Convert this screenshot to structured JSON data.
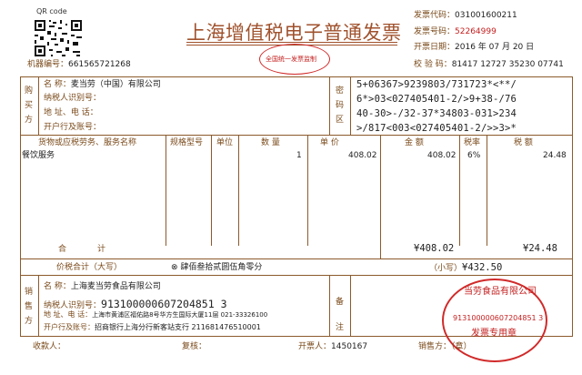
{
  "header": {
    "qr_label": "QR code",
    "title": "上海增值税电子普通发票",
    "center_stamp_text": "全国统一发票监制",
    "machine_no_label": "机器编号：",
    "machine_no": "661565721268",
    "invoice_code_label": "发票代码：",
    "invoice_code": "031001600211",
    "invoice_no_label": "发票号码：",
    "invoice_no": "52264999",
    "issue_date_label": "开票日期：",
    "issue_date": "2016 年 07 月 20 日",
    "check_code_label": "校 验 码：",
    "check_code": "81417 12727 35230 07741"
  },
  "buyer": {
    "section_label": "购买方",
    "name_label": "名      称：",
    "name": "麦当劳（中国）有限公司",
    "tax_id_label": "纳税人识别号：",
    "tax_id": "",
    "address_label": "地 址、电 话：",
    "address": "",
    "bank_label": "开户行及账号：",
    "bank": ""
  },
  "cipher": {
    "section_label": "密码区",
    "lines": [
      "5+06367>9239803/731723*<**/",
      "6*>03<027405401-2/>9+38-/76",
      "40-30>-/32-37*34803-031>234",
      ">/817<003<027405401-2/>>3>*"
    ]
  },
  "items": {
    "headers": {
      "name": "货物或应税劳务、服务名称",
      "spec": "规格型号",
      "unit": "单位",
      "qty": "数 量",
      "price": "单 价",
      "amount": "金 额",
      "rate": "税率",
      "tax": "税 额"
    },
    "rows": [
      {
        "name": "餐饮服务",
        "spec": "",
        "unit": "",
        "qty": "1",
        "price": "408.02",
        "amount": "408.02",
        "rate": "6%",
        "tax": "24.48"
      }
    ],
    "subtotal_label_left": "合",
    "subtotal_label_right": "计",
    "subtotal_amount": "¥408.02",
    "subtotal_tax": "¥24.48"
  },
  "total": {
    "label": "价税合计（大写）",
    "circle_symbol": "⊗",
    "uppercase": "肆佰叁拾贰圆伍角零分",
    "small_label": "（小写）",
    "small_value": "¥432.50"
  },
  "seller": {
    "section_label": "销售方",
    "name_label": "名      称：",
    "name": "上海麦当劳食品有限公司",
    "tax_id_label": "纳税人识别号：",
    "tax_id": "913100000607204851 3",
    "address_label": "地 址、电 话：",
    "address": "上海市黄浦区福佑路8号华方生国际大厦11层 021-33326100",
    "bank_label": "开户行及账号：",
    "bank": "招商银行上海分行新客站支行 211681476510001"
  },
  "remarks": {
    "label": "备注"
  },
  "seal": {
    "top_text": "当劳食品有限公司",
    "tax_id": "913100000607204851 3",
    "bottom_text": "发票专用章"
  },
  "footer": {
    "payee_label": "收款人：",
    "reviewer_label": "复核：",
    "drawer_label": "开票人：",
    "drawer": "1450167",
    "seller_label": "销售方：（章）"
  },
  "colors": {
    "frame": "#8b5a2b",
    "label": "#7a4a1a",
    "seal": "#d12a2a"
  }
}
